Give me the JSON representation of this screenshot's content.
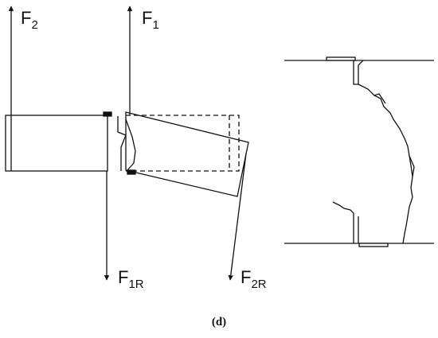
{
  "figure": {
    "caption": "(d)",
    "forces": {
      "f2": {
        "symbol": "F",
        "subscript": "2"
      },
      "f1": {
        "symbol": "F",
        "subscript": "1"
      },
      "f1r": {
        "symbol": "F",
        "subscript": "1R"
      },
      "f2r": {
        "symbol": "F",
        "subscript": "2R"
      }
    }
  }
}
